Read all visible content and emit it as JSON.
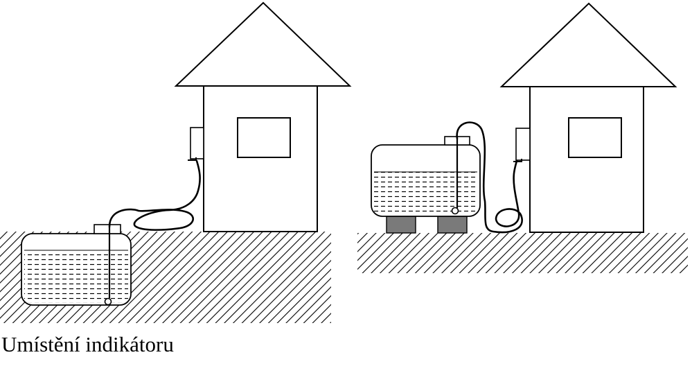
{
  "caption": "Umístění indikátoru",
  "scenes": [
    {
      "tank_position": "underground",
      "fill_level": 0.77
    },
    {
      "tank_position": "above-ground on supports",
      "fill_level": 0.6
    }
  ],
  "colors": {
    "line": "#000000",
    "background": "#ffffff",
    "support_blocks": "#7a7a7a"
  }
}
